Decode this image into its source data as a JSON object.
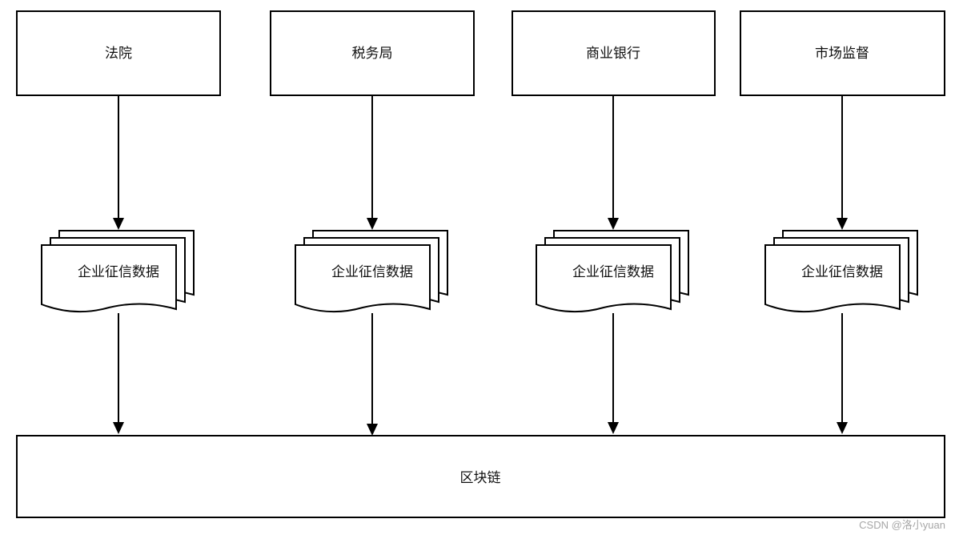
{
  "sources": [
    {
      "id": "court",
      "label": "法院",
      "data_label": "企业征信数据"
    },
    {
      "id": "tax-bureau",
      "label": "税务局",
      "data_label": "企业征信数据"
    },
    {
      "id": "commercial-bank",
      "label": "商业银行",
      "data_label": "企业征信数据"
    },
    {
      "id": "market-supervision",
      "label": "市场监督",
      "data_label": "企业征信数据"
    }
  ],
  "target": {
    "label": "区块链"
  },
  "watermark": "CSDN @洛小yuan",
  "colors": {
    "stroke": "#000000",
    "fill": "#ffffff",
    "watermark": "#a6a6a6"
  }
}
